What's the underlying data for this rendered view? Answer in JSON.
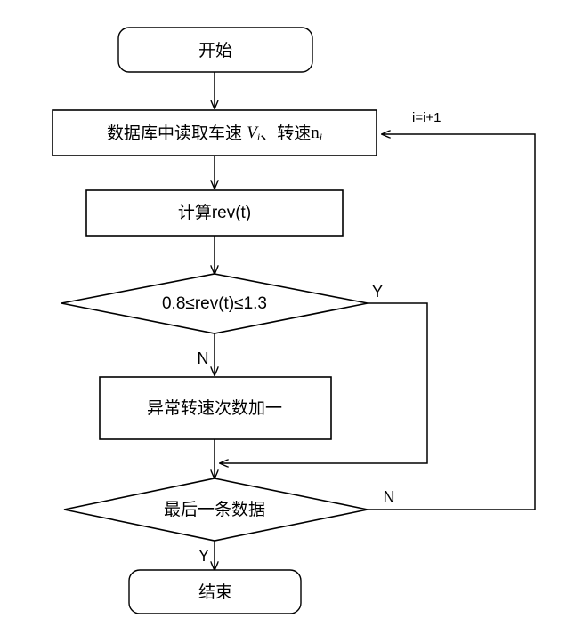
{
  "diagram": {
    "title": "",
    "background_color": "#ffffff",
    "line_color": "#000000",
    "nodes": {
      "start": {
        "label": "开始",
        "shape": "terminator"
      },
      "read_db": {
        "label_prefix": "数据库中读取车速 ",
        "var1": "V",
        "var1_sub": "i",
        "separator": "、",
        "label_middle": "转速",
        "var2": "n",
        "var2_sub": "i",
        "plain_text": "数据库中读取车速 Vi、转速 ni",
        "shape": "process"
      },
      "calc_rev": {
        "label": "计算rev(t)",
        "shape": "process"
      },
      "check_range": {
        "label": "0.8≤rev(t)≤1.3",
        "shape": "decision"
      },
      "count_abnormal": {
        "label": "异常转速次数加一",
        "shape": "process"
      },
      "last_record": {
        "label": "最后一条数据",
        "shape": "decision"
      },
      "end": {
        "label": "结束",
        "shape": "terminator"
      }
    },
    "edge_labels": {
      "increment": "i=i+1",
      "range_yes": "Y",
      "range_no": "N",
      "last_no": "N",
      "last_yes": "Y"
    }
  }
}
